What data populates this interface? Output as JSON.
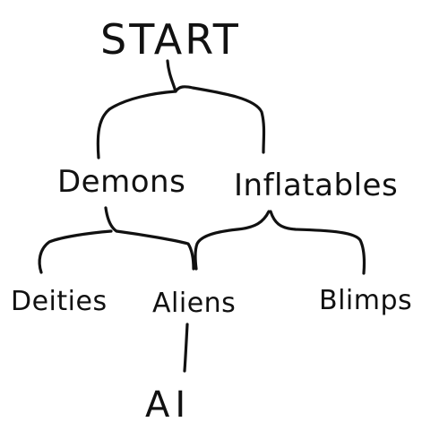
{
  "diagram": {
    "nodes": {
      "start": "START",
      "demons": "Demons",
      "inflatables": "Inflatables",
      "deities": "Deities",
      "aliens": "Aliens",
      "blimps": "Blimps",
      "ai": "AI"
    },
    "edges": [
      {
        "from": "start",
        "to": "demons"
      },
      {
        "from": "start",
        "to": "inflatables"
      },
      {
        "from": "demons",
        "to": "deities"
      },
      {
        "from": "demons",
        "to": "aliens"
      },
      {
        "from": "inflatables",
        "to": "aliens"
      },
      {
        "from": "inflatables",
        "to": "blimps"
      },
      {
        "from": "aliens",
        "to": "ai"
      }
    ],
    "colors": {
      "ink": "#111111",
      "background": "#ffffff"
    }
  }
}
